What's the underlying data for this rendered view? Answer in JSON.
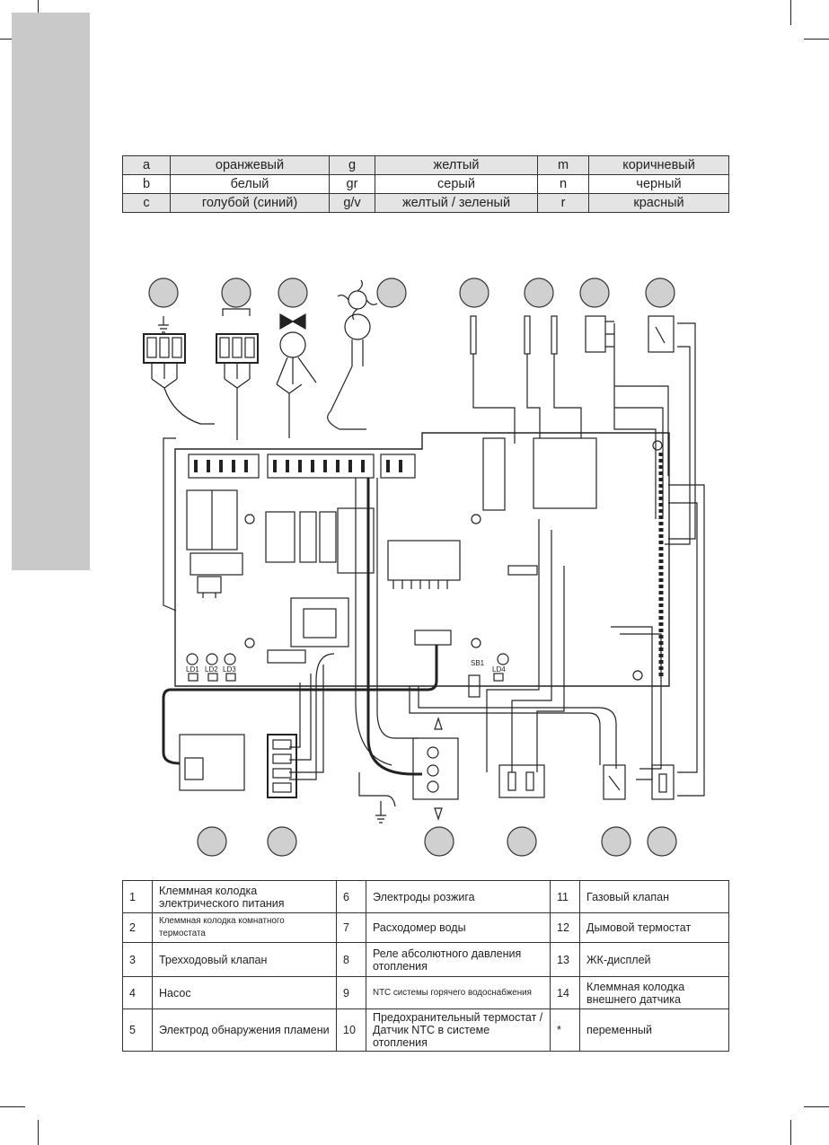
{
  "color_codes": [
    [
      {
        "code": "a",
        "name": "оранжевый"
      },
      {
        "code": "g",
        "name": "желтый"
      },
      {
        "code": "m",
        "name": "коричневый"
      }
    ],
    [
      {
        "code": "b",
        "name": "белый"
      },
      {
        "code": "gr",
        "name": "серый"
      },
      {
        "code": "n",
        "name": "черный"
      }
    ],
    [
      {
        "code": "c",
        "name": "голубой (синий)"
      },
      {
        "code": "g/v",
        "name": "желтый / зеленый"
      },
      {
        "code": "r",
        "name": "красный"
      }
    ]
  ],
  "board_labels": {
    "ld1": "LD1",
    "ld2": "LD2",
    "ld3": "LD3",
    "ld4": "LD4",
    "sb1": "SB1"
  },
  "legend": [
    [
      {
        "num": "1",
        "text": "Клеммная колодка электрического питания"
      },
      {
        "num": "6",
        "text": "Электроды розжига"
      },
      {
        "num": "11",
        "text": "Газовый клапан"
      }
    ],
    [
      {
        "num": "2",
        "text": "Клеммная колодка комнатного термостата"
      },
      {
        "num": "7",
        "text": "Расходомер воды"
      },
      {
        "num": "12",
        "text": "Дымовой термостат"
      }
    ],
    [
      {
        "num": "3",
        "text": "Трехходовый клапан"
      },
      {
        "num": "8",
        "text": "Реле абсолютного давления отопления"
      },
      {
        "num": "13",
        "text": "ЖК-дисплей"
      }
    ],
    [
      {
        "num": "4",
        "text": "Насос"
      },
      {
        "num": "9",
        "text": "NTC системы горячего водоснабжения"
      },
      {
        "num": "14",
        "text": "Клеммная колодка внешнего датчика"
      }
    ],
    [
      {
        "num": "5",
        "text": "Электрод обнаружения пламени"
      },
      {
        "num": "10",
        "text": "Предохранительный термостат / Датчик NTC в системе отопления"
      },
      {
        "num": "*",
        "text": "переменный"
      }
    ]
  ],
  "colors": {
    "sidebar": "#c9c9c9",
    "row_shade": "#e4e4e4",
    "callout": "#d0d0d0",
    "line": "#222222"
  }
}
